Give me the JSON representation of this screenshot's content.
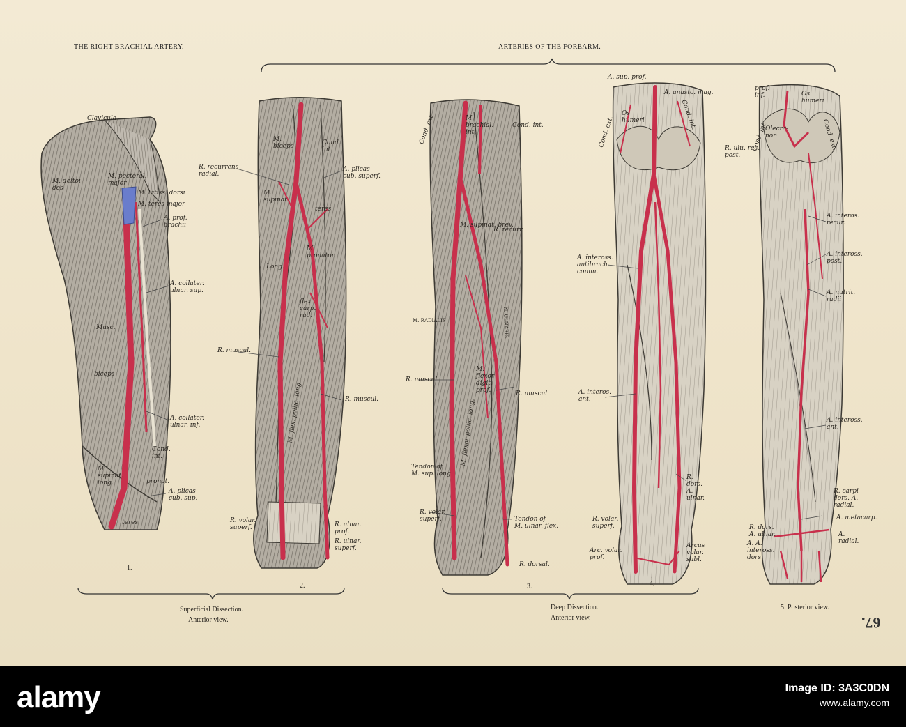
{
  "header": {
    "left_title": "THE RIGHT BRACHIAL ARTERY.",
    "right_title": "ARTERIES OF THE FOREARM."
  },
  "figures": [
    {
      "number": "1.",
      "labels": [
        "Clavicula",
        "M. deltoi-\ndes",
        "M. pectoral.\nmajor",
        "M. latiss. dorsi",
        "M. teres major",
        "A. prof.\nbrachii",
        "A. collater.\nulnar. sup.",
        "Musc.",
        "biceps",
        "A. collater.\nulnar. inf.",
        "Cond.\nint.",
        "M.\nsupinat.\nlong.",
        "pronat.",
        "A. plicas\ncub. sup.",
        "teres"
      ]
    },
    {
      "number": "2.",
      "labels": [
        "M.\nbiceps",
        "Cond.\nint.",
        "R. recurrens\nradial.",
        "A. plicas\ncub. superf.",
        "M.\nsupinat.",
        "Long.",
        "M.\npronator",
        "teres",
        "flex.\ncarp.\nrad.",
        "R. muscul.",
        "R. muscul.",
        "M. flex. pollic. long.",
        "R. volar.\nsuperf.",
        "R. ulnar.\nprof.",
        "R. ulnar.\nsuperf."
      ]
    },
    {
      "number": "3.",
      "labels": [
        "M.\nbrachial.\nint.",
        "Cond. ext.",
        "Cond. int.",
        "M. supinat. brev.",
        "R. recurr.",
        "M. RADIALIS",
        "N. ULNARIS",
        "R. muscul.",
        "M.\nflexor\ndigit.\nprof.",
        "R. muscul.",
        "M. flexor pollic. long.",
        "Tendon of\nM. sup. long.",
        "R. volar.\nsuperf.",
        "Tendon of\nM. ulnar. flex.",
        "R. dorsal."
      ]
    },
    {
      "number": "4.",
      "labels": [
        "A. sup. prof.",
        "A. anasto. mag.",
        "Os\nhumeri",
        "Cond. ext.",
        "Cond. int.",
        "A. inteross.\nantibrach.\ncomm.",
        "A. interos.\nant.",
        "R.\ndors.\nA.\nulnar.",
        "R. volar.\nsuperf.",
        "Arc. volar.\nprof.",
        "Arcus\nvolar.\nsubl."
      ]
    },
    {
      "number": "5. Posterior view.",
      "labels": [
        "prof.\ninf.",
        "Os\nhumeri",
        "Cond. ext.",
        "Cond. int.",
        "Olecra-\nnon",
        "R. ulu. rec.\npost.",
        "A. interos.\nrecur.",
        "A. inteross.\npost.",
        "A. nutrit.\nradii",
        "A. inteross.\nant.",
        "R. carpi\ndors. A.\nradial.",
        "R. dors.\nA. ulnar.",
        "A. metacarp.",
        "A. A.\ninteross.\ndors.",
        "A.\nradial."
      ]
    }
  ],
  "captions": {
    "superficial": "Superficial Dissection.",
    "superficial_view": "Anterior view.",
    "deep": "Deep Dissection.",
    "deep_view": "Anterior view."
  },
  "page_number": "67.",
  "watermark": {
    "brand": "alamy",
    "image_id": "Image ID: 3A3C0DN",
    "url": "www.alamy.com"
  },
  "colors": {
    "artery": "#c8304c",
    "vein": "#6a7dcc",
    "muscle": "#a8a39a",
    "ink": "#2a2620"
  }
}
